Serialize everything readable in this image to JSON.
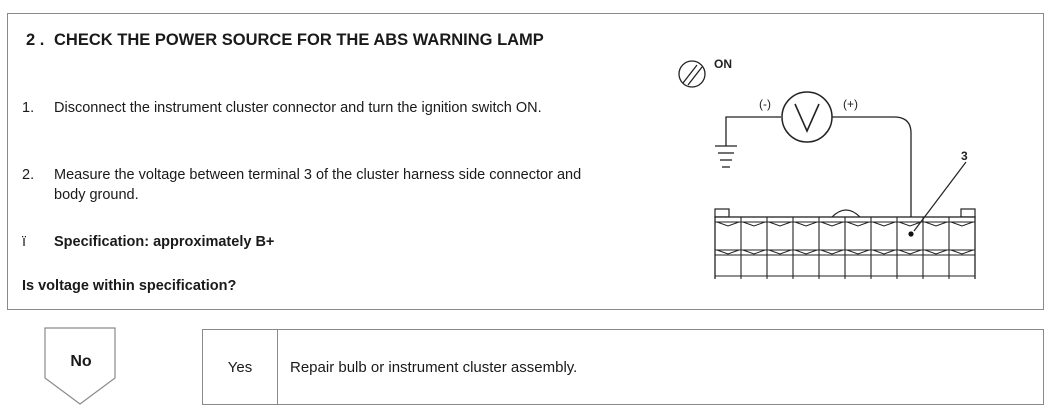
{
  "check": {
    "number": "2 .",
    "title": "CHECK THE POWER SOURCE FOR THE ABS WARNING LAMP",
    "steps": [
      {
        "number": "1.",
        "text": "Disconnect the instrument cluster connector and turn the ignition switch ON."
      },
      {
        "number": "2.",
        "text": "Measure the voltage between terminal 3 of the cluster harness side connector and body ground."
      }
    ],
    "spec_bullet": "ï",
    "specification": "Specification: approximately B+",
    "question": "Is voltage within specification?"
  },
  "diagram": {
    "ignition_label": "ON",
    "negative_label": "(-)",
    "positive_label": "(+)",
    "terminal_label": "3",
    "meter_icon": "voltmeter-icon",
    "ground_icon": "ground-icon",
    "switch_icon": "ignition-switch-icon"
  },
  "result": {
    "no_label": "No",
    "yes_label": "Yes",
    "yes_action": "Repair bulb or instrument cluster assembly."
  }
}
